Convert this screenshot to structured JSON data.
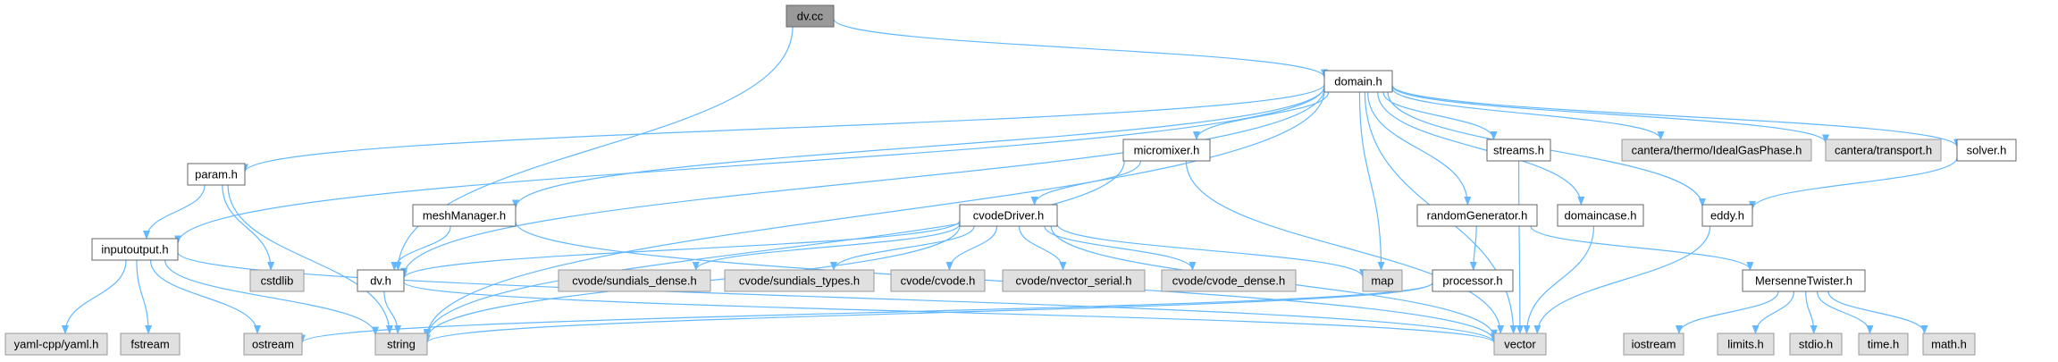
{
  "graph": {
    "edge_color": "#63b8ff",
    "node_fill": "#ffffff",
    "external_fill": "#e0e0e0",
    "root_fill": "#999999",
    "nodes": [
      {
        "id": "dvcc",
        "label": "dv.cc",
        "kind": "root"
      },
      {
        "id": "domain",
        "label": "domain.h",
        "kind": "normal"
      },
      {
        "id": "inputoutput",
        "label": "inputoutput.h",
        "kind": "normal"
      },
      {
        "id": "param",
        "label": "param.h",
        "kind": "normal"
      },
      {
        "id": "meshManager",
        "label": "meshManager.h",
        "kind": "normal"
      },
      {
        "id": "micromixer",
        "label": "micromixer.h",
        "kind": "normal"
      },
      {
        "id": "cvodeDriver",
        "label": "cvodeDriver.h",
        "kind": "normal"
      },
      {
        "id": "dvh",
        "label": "dv.h",
        "kind": "normal"
      },
      {
        "id": "streams",
        "label": "streams.h",
        "kind": "normal"
      },
      {
        "id": "randomGenerator",
        "label": "randomGenerator.h",
        "kind": "normal"
      },
      {
        "id": "domaincase",
        "label": "domaincase.h",
        "kind": "normal"
      },
      {
        "id": "processor",
        "label": "processor.h",
        "kind": "normal"
      },
      {
        "id": "eddy",
        "label": "eddy.h",
        "kind": "normal"
      },
      {
        "id": "solver",
        "label": "solver.h",
        "kind": "normal"
      },
      {
        "id": "mersenne",
        "label": "MersenneTwister.h",
        "kind": "normal"
      },
      {
        "id": "idealgas",
        "label": "cantera/thermo/IdealGasPhase.h",
        "kind": "ext"
      },
      {
        "id": "transport",
        "label": "cantera/transport.h",
        "kind": "ext"
      },
      {
        "id": "yaml",
        "label": "yaml-cpp/yaml.h",
        "kind": "ext"
      },
      {
        "id": "fstream",
        "label": "fstream",
        "kind": "ext"
      },
      {
        "id": "ostream",
        "label": "ostream",
        "kind": "ext"
      },
      {
        "id": "string",
        "label": "string",
        "kind": "ext"
      },
      {
        "id": "cstdlib",
        "label": "cstdlib",
        "kind": "ext"
      },
      {
        "id": "sundense",
        "label": "cvode/sundials_dense.h",
        "kind": "ext"
      },
      {
        "id": "suntypes",
        "label": "cvode/sundials_types.h",
        "kind": "ext"
      },
      {
        "id": "cvode",
        "label": "cvode/cvode.h",
        "kind": "ext"
      },
      {
        "id": "nvector",
        "label": "cvode/nvector_serial.h",
        "kind": "ext"
      },
      {
        "id": "cvodedense",
        "label": "cvode/cvode_dense.h",
        "kind": "ext"
      },
      {
        "id": "map",
        "label": "map",
        "kind": "ext"
      },
      {
        "id": "vector",
        "label": "vector",
        "kind": "ext"
      },
      {
        "id": "iostream",
        "label": "iostream",
        "kind": "ext"
      },
      {
        "id": "limits",
        "label": "limits.h",
        "kind": "ext"
      },
      {
        "id": "stdio",
        "label": "stdio.h",
        "kind": "ext"
      },
      {
        "id": "time",
        "label": "time.h",
        "kind": "ext"
      },
      {
        "id": "math",
        "label": "math.h",
        "kind": "ext"
      }
    ],
    "edges": [
      [
        "dvcc",
        "domain"
      ],
      [
        "dvcc",
        "dvh"
      ],
      [
        "domain",
        "inputoutput"
      ],
      [
        "domain",
        "param"
      ],
      [
        "domain",
        "meshManager"
      ],
      [
        "domain",
        "micromixer"
      ],
      [
        "domain",
        "dvh"
      ],
      [
        "domain",
        "string"
      ],
      [
        "domain",
        "streams"
      ],
      [
        "domain",
        "randomGenerator"
      ],
      [
        "domain",
        "domaincase"
      ],
      [
        "domain",
        "eddy"
      ],
      [
        "domain",
        "idealgas"
      ],
      [
        "domain",
        "transport"
      ],
      [
        "domain",
        "solver"
      ],
      [
        "domain",
        "map"
      ],
      [
        "domain",
        "vector"
      ],
      [
        "param",
        "inputoutput"
      ],
      [
        "param",
        "cstdlib"
      ],
      [
        "param",
        "string"
      ],
      [
        "inputoutput",
        "yaml"
      ],
      [
        "inputoutput",
        "fstream"
      ],
      [
        "inputoutput",
        "ostream"
      ],
      [
        "inputoutput",
        "string"
      ],
      [
        "inputoutput",
        "vector"
      ],
      [
        "meshManager",
        "dvh"
      ],
      [
        "meshManager",
        "vector"
      ],
      [
        "dvh",
        "string"
      ],
      [
        "dvh",
        "vector"
      ],
      [
        "micromixer",
        "cvodeDriver"
      ],
      [
        "micromixer",
        "string"
      ],
      [
        "micromixer",
        "vector"
      ],
      [
        "cvodeDriver",
        "dvh"
      ],
      [
        "cvodeDriver",
        "sundense"
      ],
      [
        "cvodeDriver",
        "suntypes"
      ],
      [
        "cvodeDriver",
        "cvode"
      ],
      [
        "cvodeDriver",
        "nvector"
      ],
      [
        "cvodeDriver",
        "cvodedense"
      ],
      [
        "cvodeDriver",
        "map"
      ],
      [
        "cvodeDriver",
        "string"
      ],
      [
        "cvodeDriver",
        "vector"
      ],
      [
        "streams",
        "vector"
      ],
      [
        "randomGenerator",
        "processor"
      ],
      [
        "randomGenerator",
        "mersenne"
      ],
      [
        "processor",
        "ostream"
      ],
      [
        "processor",
        "string"
      ],
      [
        "domaincase",
        "vector"
      ],
      [
        "solver",
        "eddy"
      ],
      [
        "eddy",
        "vector"
      ],
      [
        "mersenne",
        "iostream"
      ],
      [
        "mersenne",
        "limits"
      ],
      [
        "mersenne",
        "stdio"
      ],
      [
        "mersenne",
        "time"
      ],
      [
        "mersenne",
        "math"
      ]
    ]
  }
}
